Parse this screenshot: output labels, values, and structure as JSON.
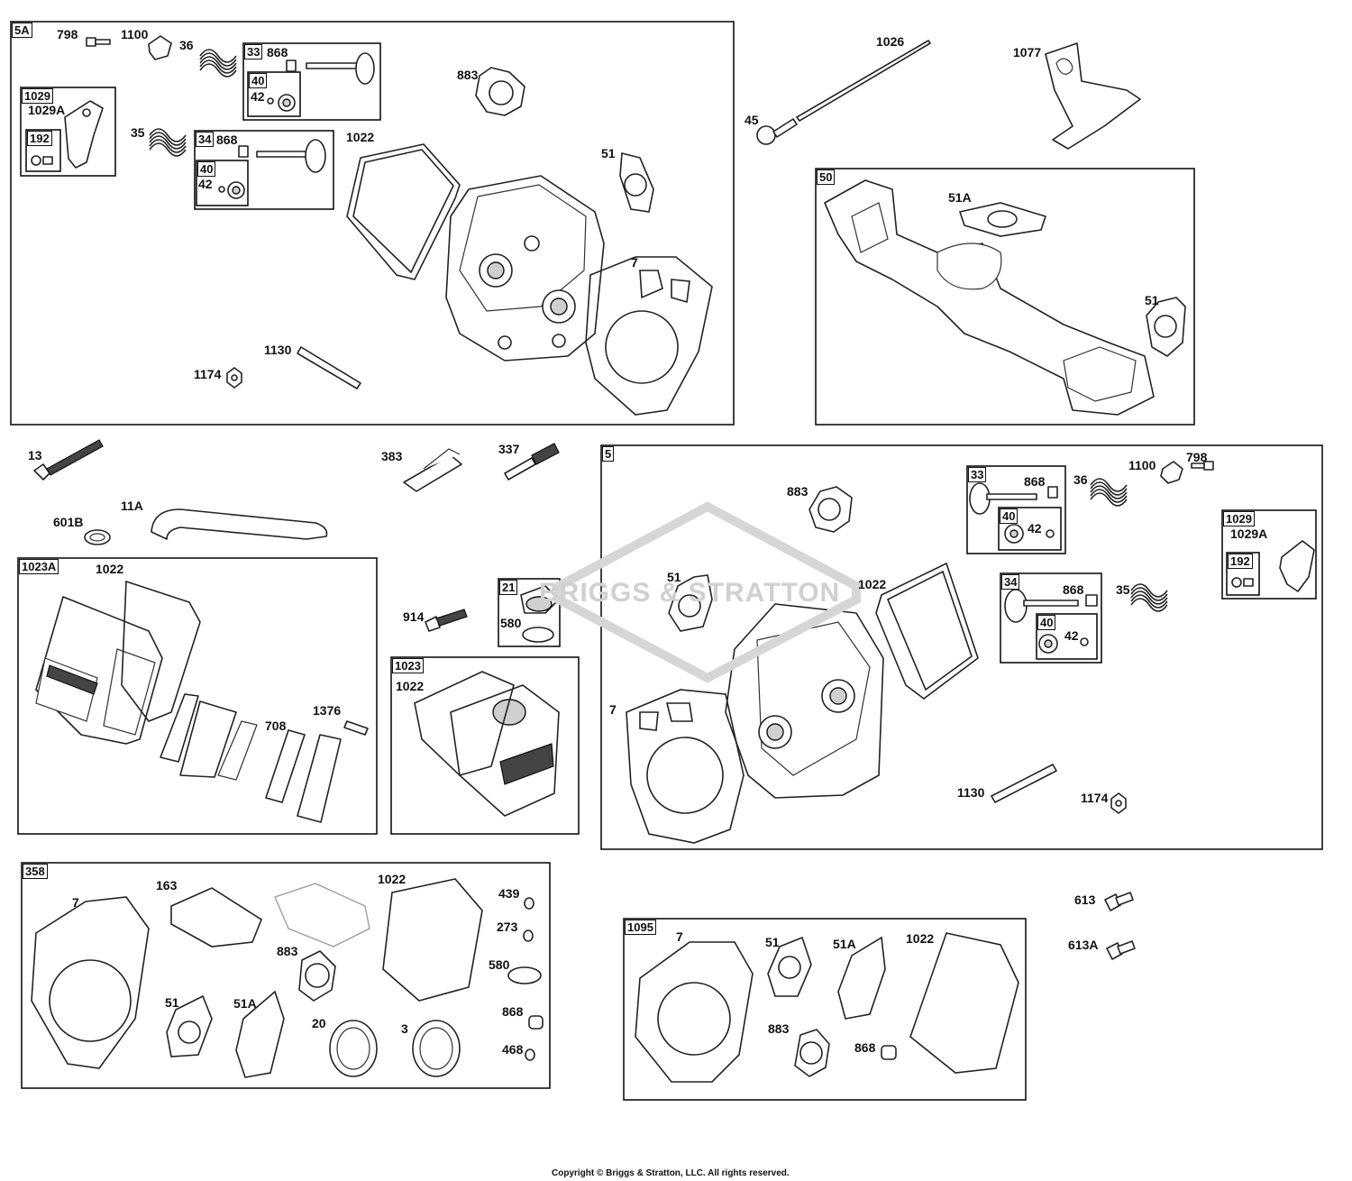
{
  "groups": {
    "5A": "5A",
    "1029_left": "1029",
    "33_left": "33",
    "40_left_a": "40",
    "34_left": "34",
    "40_left_b": "40",
    "192_left": "192",
    "50": "50",
    "5": "5",
    "33_right": "33",
    "40_right_a": "40",
    "34_right": "34",
    "40_right_b": "40",
    "1029_right": "1029",
    "192_right": "192",
    "1023A": "1023A",
    "21": "21",
    "1023": "1023",
    "358": "358",
    "1095": "1095"
  },
  "labels": {
    "l798a": "798",
    "l1100a": "1100",
    "l36a": "36",
    "l868a": "868",
    "l42a": "42",
    "l1029Aa": "1029A",
    "l35a": "35",
    "l868b": "868",
    "l42b": "42",
    "l883a": "883",
    "l1022a": "1022",
    "l51a": "51",
    "l7a": "7",
    "l1130a": "1130",
    "l1174a": "1174",
    "l1026": "1026",
    "l1077": "1077",
    "l45": "45",
    "l51Ab": "51A",
    "l51b": "51",
    "l13": "13",
    "l383": "383",
    "l337": "337",
    "l11A": "11A",
    "l601B": "601B",
    "l1022c": "1022",
    "l1376": "1376",
    "l708": "708",
    "l914": "914",
    "l580a": "580",
    "l1022d": "1022",
    "l883c": "883",
    "l868c": "868",
    "l42c": "42",
    "l36c": "36",
    "l1100c": "1100",
    "l798c": "798",
    "l1029Ac": "1029A",
    "l51c": "51",
    "l1022e": "1022",
    "l868d": "868",
    "l42d": "42",
    "l35c": "35",
    "l7c": "7",
    "l1130c": "1130",
    "l1174c": "1174",
    "l7d": "7",
    "l163": "163",
    "l1022f": "1022",
    "l439": "439",
    "l273": "273",
    "l580b": "580",
    "l883d": "883",
    "l868e": "868",
    "l51d": "51",
    "l51Ad": "51A",
    "l20": "20",
    "l3": "3",
    "l468": "468",
    "l613": "613",
    "l613A": "613A",
    "l7e": "7",
    "l51e": "51",
    "l51Ae": "51A",
    "l1022g": "1022",
    "l883e": "883",
    "l868f": "868"
  },
  "watermark": "BRIGGS & STRATTON",
  "copyright": "Copyright © Briggs & Stratton, LLC. All rights reserved.",
  "colors": {
    "line": "#222222",
    "watermark": "#d0d0d0",
    "background": "#ffffff"
  }
}
